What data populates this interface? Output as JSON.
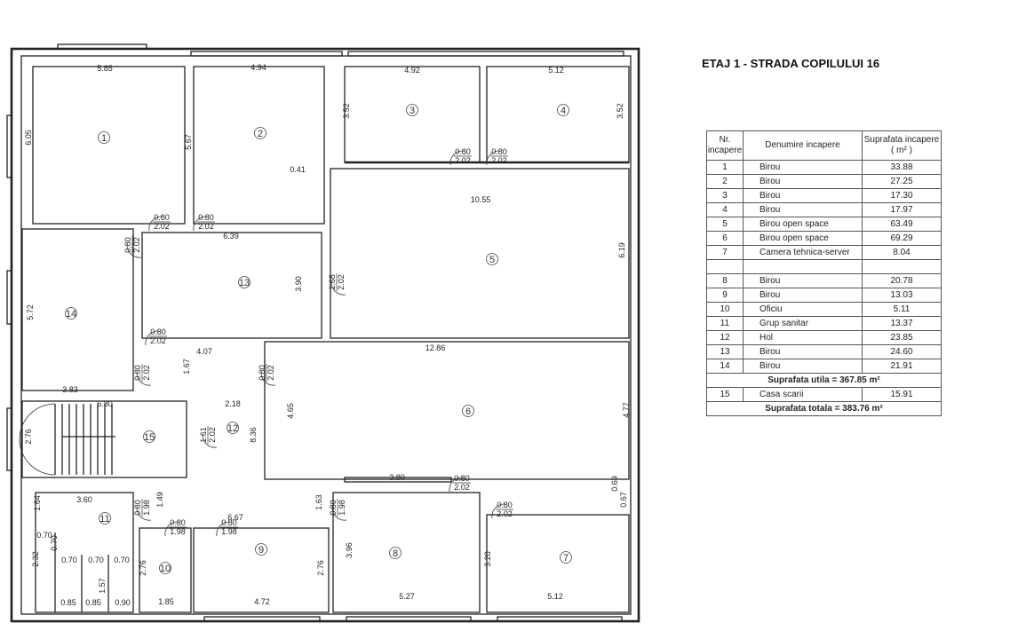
{
  "title": "ETAJ 1 - STRADA COPILULUI 16",
  "table": {
    "headers": {
      "nr": "Nr. incapere",
      "name": "Denumire incapere",
      "area": "Suprafata incapere ( m² )"
    },
    "rows": [
      {
        "nr": "1",
        "name": "Birou",
        "area": "33.88"
      },
      {
        "nr": "2",
        "name": "Birou",
        "area": "27.25"
      },
      {
        "nr": "3",
        "name": "Birou",
        "area": "17.30"
      },
      {
        "nr": "4",
        "name": "Birou",
        "area": "17.97"
      },
      {
        "nr": "5",
        "name": "Birou open space",
        "area": "63.49"
      },
      {
        "nr": "6",
        "name": "Birou  open space",
        "area": "69.29"
      },
      {
        "nr": "7",
        "name": "Camera tehnica-server",
        "area": "8.04"
      },
      {
        "nr": "",
        "name": "",
        "area": ""
      },
      {
        "nr": "8",
        "name": "Birou",
        "area": "20.78"
      },
      {
        "nr": "9",
        "name": "Birou",
        "area": "13.03"
      },
      {
        "nr": "10",
        "name": "Oficiu",
        "area": "5.11"
      },
      {
        "nr": "11",
        "name": "Grup sanitar",
        "area": "13.37"
      },
      {
        "nr": "12",
        "name": "Hol",
        "area": "23.85"
      },
      {
        "nr": "13",
        "name": "Birou",
        "area": "24.60"
      },
      {
        "nr": "14",
        "name": "Birou",
        "area": "21.91"
      }
    ],
    "useful_total": "Suprafata utila = 367.85 m²",
    "stair_row": {
      "nr": "15",
      "name": "Casa scarii",
      "area": "15.91"
    },
    "grand_total": "Suprafata totala = 383.76 m²"
  },
  "plan": {
    "room_numbers": [
      "1",
      "2",
      "3",
      "4",
      "5",
      "6",
      "7",
      "8",
      "9",
      "10",
      "11",
      "12",
      "13",
      "14",
      "15"
    ],
    "dimensions": [
      "5.85",
      "4.94",
      "4.92",
      "5.12",
      "6.05",
      "5.67",
      "3.52",
      "3.52",
      "0.41",
      "10.55",
      "6.19",
      "6.39",
      "3.90",
      "5.72",
      "4.07",
      "1.67",
      "3.83",
      "12.86",
      "4.65",
      "4.77",
      "8.36",
      "5.80",
      "2.18",
      "2.76",
      "3.80",
      "0.69",
      "0.67",
      "3.60",
      "1.64",
      "1.49",
      "1.63",
      "6.67",
      "0.70",
      "0.70",
      "2.32",
      "0.70",
      "0.70",
      "0.70",
      "2.76",
      "1.57",
      "2.76",
      "3.96",
      "3.20",
      "0.85",
      "0.85",
      "0.90",
      "1.85",
      "4.72",
      "5.27",
      "5.12"
    ],
    "doors": [
      {
        "w": "0.80",
        "h": "2.02"
      },
      {
        "w": "0.80",
        "h": "2.02"
      },
      {
        "w": "0.80",
        "h": "2.02"
      },
      {
        "w": "0.80",
        "h": "2.02"
      },
      {
        "w": "0.80",
        "h": "2.02"
      },
      {
        "w": "1.68",
        "h": "2.02"
      },
      {
        "w": "0.80",
        "h": "2.02"
      },
      {
        "w": "0.80",
        "h": "2.02"
      },
      {
        "w": "0.80",
        "h": "2.02"
      },
      {
        "w": "1.61",
        "h": "2.02"
      },
      {
        "w": "0.80",
        "h": "2.02"
      },
      {
        "w": "0.80",
        "h": "1.98"
      },
      {
        "w": "0.80",
        "h": "1.98"
      },
      {
        "w": "0.80",
        "h": "1.98"
      },
      {
        "w": "0.80",
        "h": "1.98"
      },
      {
        "w": "0.80",
        "h": "2.02"
      }
    ]
  }
}
